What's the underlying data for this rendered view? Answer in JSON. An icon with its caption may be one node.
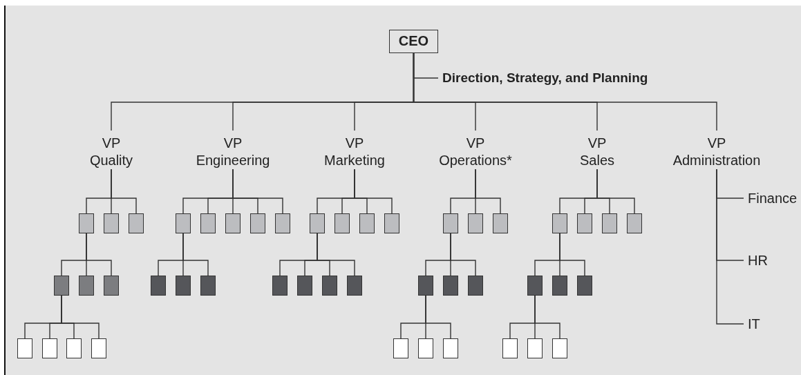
{
  "diagram": {
    "nodes": [
      {
        "text": [
          "CEO"
        ]
      },
      {
        "text": [
          "Direction, Strategy, and Planning"
        ]
      },
      {
        "text": [
          "VP Quality"
        ]
      },
      {
        "text": [
          "VP Engineering"
        ]
      },
      {
        "text": [
          "VP Marketing"
        ]
      },
      {
        "text": [
          "VP Operations*"
        ]
      },
      {
        "text": [
          "VP Sales"
        ]
      },
      {
        "text": [
          "VP Administration"
        ]
      },
      {
        "text": [],
        "shape": "box"
      },
      {
        "text": [],
        "shape": "box"
      },
      {
        "text": [],
        "shape": "box"
      },
      {
        "text": [],
        "shape": "box"
      },
      {
        "text": [],
        "shape": "box"
      },
      {
        "text": [],
        "shape": "box"
      },
      {
        "text": [],
        "shape": "box"
      },
      {
        "text": [],
        "shape": "box"
      },
      {
        "text": [],
        "shape": "box"
      },
      {
        "text": [],
        "shape": "box"
      },
      {
        "text": [],
        "shape": "box"
      },
      {
        "text": [],
        "shape": "box"
      },
      {
        "text": [],
        "shape": "box"
      },
      {
        "text": [],
        "shape": "box"
      },
      {
        "text": [],
        "shape": "box"
      },
      {
        "text": [],
        "shape": "box"
      },
      {
        "text": [],
        "shape": "box"
      },
      {
        "text": [],
        "shape": "box"
      },
      {
        "text": [],
        "shape": "box"
      },
      {
        "text": [
          "Finance"
        ]
      },
      {
        "text": [],
        "shape": "box"
      },
      {
        "text": [],
        "shape": "box"
      },
      {
        "text": [],
        "shape": "box"
      },
      {
        "text": [],
        "shape": "box"
      },
      {
        "text": [],
        "shape": "box"
      },
      {
        "text": [],
        "shape": "box"
      },
      {
        "text": [],
        "shape": "box"
      },
      {
        "text": [],
        "shape": "box"
      },
      {
        "text": [],
        "shape": "box"
      },
      {
        "text": [],
        "shape": "box"
      },
      {
        "text": [],
        "shape": "box"
      },
      {
        "text": [],
        "shape": "box"
      },
      {
        "text": [],
        "shape": "box"
      },
      {
        "text": [],
        "shape": "box"
      },
      {
        "text": [],
        "shape": "box"
      },
      {
        "text": [],
        "shape": "box"
      },
      {
        "text": [
          "HR"
        ]
      },
      {
        "text": [],
        "shape": "box"
      },
      {
        "text": [],
        "shape": "box"
      },
      {
        "text": [],
        "shape": "box"
      },
      {
        "text": [],
        "shape": "box"
      },
      {
        "text": [],
        "shape": "box"
      },
      {
        "text": [],
        "shape": "box"
      },
      {
        "text": [],
        "shape": "box"
      },
      {
        "text": [],
        "shape": "box"
      },
      {
        "text": [],
        "shape": "box"
      },
      {
        "text": [],
        "shape": "box"
      },
      {
        "text": [
          "IT"
        ]
      }
    ],
    "edges": [
      {
        "from": 0,
        "to": 1,
        "arrow": "none"
      },
      {
        "from": 0,
        "to": 2,
        "arrow": "none"
      },
      {
        "from": 0,
        "to": 3,
        "arrow": "none"
      },
      {
        "from": 0,
        "to": 4,
        "arrow": "none"
      },
      {
        "from": 0,
        "to": 5,
        "arrow": "none"
      },
      {
        "from": 0,
        "to": 6,
        "arrow": "none"
      },
      {
        "from": 0,
        "to": 7,
        "arrow": "none"
      },
      {
        "from": 2,
        "to": 8,
        "arrow": "none"
      },
      {
        "from": 2,
        "to": 9,
        "arrow": "none"
      },
      {
        "from": 2,
        "to": 10,
        "arrow": "none"
      },
      {
        "from": 8,
        "to": 28,
        "arrow": "none"
      },
      {
        "from": 8,
        "to": 29,
        "arrow": "none"
      },
      {
        "from": 8,
        "to": 30,
        "arrow": "none"
      },
      {
        "from": 28,
        "to": 45,
        "arrow": "none"
      },
      {
        "from": 28,
        "to": 46,
        "arrow": "none"
      },
      {
        "from": 28,
        "to": 47,
        "arrow": "none"
      },
      {
        "from": 28,
        "to": 48,
        "arrow": "none"
      },
      {
        "from": 3,
        "to": 11,
        "arrow": "none"
      },
      {
        "from": 3,
        "to": 12,
        "arrow": "none"
      },
      {
        "from": 3,
        "to": 13,
        "arrow": "none"
      },
      {
        "from": 3,
        "to": 14,
        "arrow": "none"
      },
      {
        "from": 3,
        "to": 15,
        "arrow": "none"
      },
      {
        "from": 11,
        "to": 31,
        "arrow": "none"
      },
      {
        "from": 11,
        "to": 32,
        "arrow": "none"
      },
      {
        "from": 11,
        "to": 33,
        "arrow": "none"
      },
      {
        "from": 4,
        "to": 16,
        "arrow": "none"
      },
      {
        "from": 4,
        "to": 17,
        "arrow": "none"
      },
      {
        "from": 4,
        "to": 18,
        "arrow": "none"
      },
      {
        "from": 4,
        "to": 19,
        "arrow": "none"
      },
      {
        "from": 16,
        "to": 34,
        "arrow": "none"
      },
      {
        "from": 16,
        "to": 35,
        "arrow": "none"
      },
      {
        "from": 16,
        "to": 36,
        "arrow": "none"
      },
      {
        "from": 16,
        "to": 37,
        "arrow": "none"
      },
      {
        "from": 5,
        "to": 20,
        "arrow": "none"
      },
      {
        "from": 5,
        "to": 21,
        "arrow": "none"
      },
      {
        "from": 5,
        "to": 22,
        "arrow": "none"
      },
      {
        "from": 20,
        "to": 38,
        "arrow": "none"
      },
      {
        "from": 20,
        "to": 39,
        "arrow": "none"
      },
      {
        "from": 20,
        "to": 40,
        "arrow": "none"
      },
      {
        "from": 38,
        "to": 49,
        "arrow": "none"
      },
      {
        "from": 38,
        "to": 50,
        "arrow": "none"
      },
      {
        "from": 38,
        "to": 51,
        "arrow": "none"
      },
      {
        "from": 6,
        "to": 23,
        "arrow": "none"
      },
      {
        "from": 6,
        "to": 24,
        "arrow": "none"
      },
      {
        "from": 6,
        "to": 25,
        "arrow": "none"
      },
      {
        "from": 6,
        "to": 26,
        "arrow": "none"
      },
      {
        "from": 23,
        "to": 41,
        "arrow": "none"
      },
      {
        "from": 23,
        "to": 42,
        "arrow": "none"
      },
      {
        "from": 23,
        "to": 43,
        "arrow": "none"
      },
      {
        "from": 41,
        "to": 52,
        "arrow": "none"
      },
      {
        "from": 41,
        "to": 53,
        "arrow": "none"
      },
      {
        "from": 41,
        "to": 54,
        "arrow": "none"
      },
      {
        "from": 7,
        "to": 27,
        "arrow": "none"
      },
      {
        "from": 7,
        "to": 44,
        "arrow": "none"
      },
      {
        "from": 7,
        "to": 55,
        "arrow": "none"
      }
    ]
  }
}
